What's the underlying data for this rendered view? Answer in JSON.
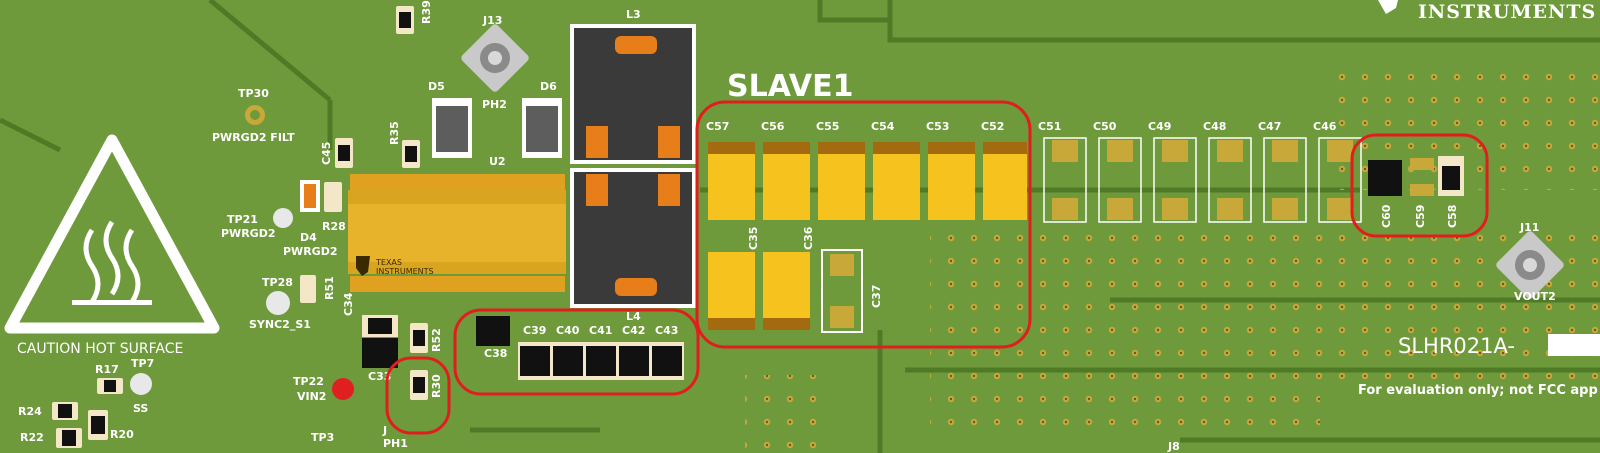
{
  "board": {
    "base_color": "#6f9a3c",
    "trace_color": "#4f7a26",
    "highlight_color": "#e21d1d",
    "title": "SLAVE1",
    "part_number": "SLHR021A-",
    "notice": "For evaluation only; not FCC app",
    "brand_top": "INSTRUMENTS",
    "brand_chip_line1": "TEXAS",
    "brand_chip_line2": "INSTRUMENTS"
  },
  "warning": {
    "icon": "hot-surface-warning-icon",
    "text": "CAUTION HOT SURFACE"
  },
  "labels": {
    "r39": "R39",
    "j13": "J13",
    "l3": "L3",
    "l4": "L4",
    "d5": "D5",
    "d6": "D6",
    "ph2": "PH2",
    "u2": "U2",
    "tp30": "TP30",
    "pwrgd2_filt": "PWRGD2 FILT",
    "c45": "C45",
    "r35": "R35",
    "tp21": "TP21",
    "pwrgd2_tp": "PWRGD2",
    "d4": "D4",
    "pwrgd2_led": "PWRGD2",
    "r28": "R28",
    "tp28": "TP28",
    "sync2": "SYNC2_S1",
    "r51": "R51",
    "c34": "C34",
    "c33": "C33",
    "r52": "R52",
    "r30": "R30",
    "tp22": "TP22",
    "vin2": "VIN2",
    "r17": "R17",
    "tp7": "TP7",
    "ss": "SS",
    "r24": "R24",
    "r22": "R22",
    "r20": "R20",
    "tp3": "TP3",
    "j_ph1": "J",
    "ph1": "PH1",
    "j8": "J8",
    "c38": "C38",
    "c39": "C39",
    "c40": "C40",
    "c41": "C41",
    "c42": "C42",
    "c43": "C43",
    "c57": "C57",
    "c56": "C56",
    "c55": "C55",
    "c54": "C54",
    "c53": "C53",
    "c52": "C52",
    "c51": "C51",
    "c50": "C50",
    "c49": "C49",
    "c48": "C48",
    "c47": "C47",
    "c46": "C46",
    "c35": "C35",
    "c36": "C36",
    "c37": "C37",
    "c60": "C60",
    "c59": "C59",
    "c58": "C58",
    "j11": "J11",
    "vout2": "VOUT2"
  }
}
